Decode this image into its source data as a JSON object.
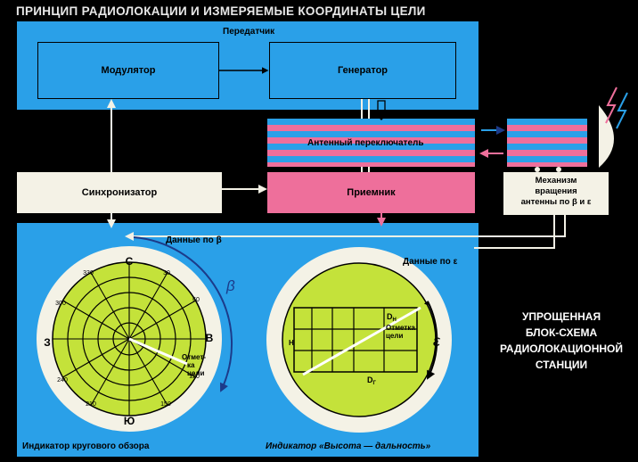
{
  "title": "ПРИНЦИП РАДИОЛОКАЦИИ И ИЗМЕРЯЕМЫЕ КООРДИНАТЫ ЦЕЛИ",
  "transmitter": {
    "label": "Передатчик",
    "modulator": "Модулятор",
    "generator": "Генератор"
  },
  "antenna_switch": "Антенный переключатель",
  "synchronizer": "Синхронизатор",
  "receiver": "Приемник",
  "mechanism": [
    "Механизм",
    "вращения",
    "антенны по β и ε"
  ],
  "data_beta": "Данные по β",
  "data_eps": "Данные по ε",
  "ppi": {
    "label": "Индикатор кругового обзора",
    "north": "С",
    "south": "Ю",
    "west": "З",
    "east": "В",
    "beta": "β",
    "target": [
      "Отмет-",
      "ка",
      "цели"
    ],
    "ticks": [
      "330",
      "30",
      "300",
      "60",
      "240",
      "120",
      "210",
      "150"
    ]
  },
  "rhi": {
    "label": "Индикатор «Высота — дальность»",
    "h_label": "Н",
    "dh_label": "D",
    "dh_sub": "Н",
    "dr_label": "D",
    "dr_sub": "Г",
    "eps": "ε",
    "target": [
      "Отметка",
      "цели"
    ]
  },
  "side_title": [
    "УПРОЩЕННАЯ",
    "БЛОК-СХЕМА",
    "РАДИОЛОКАЦИОННОЙ",
    "СТАНЦИИ"
  ],
  "colors": {
    "blue": "#2aa0e8",
    "pink": "#ee6f9b",
    "green": "#c4e23a",
    "white": "#f4f2e6"
  }
}
